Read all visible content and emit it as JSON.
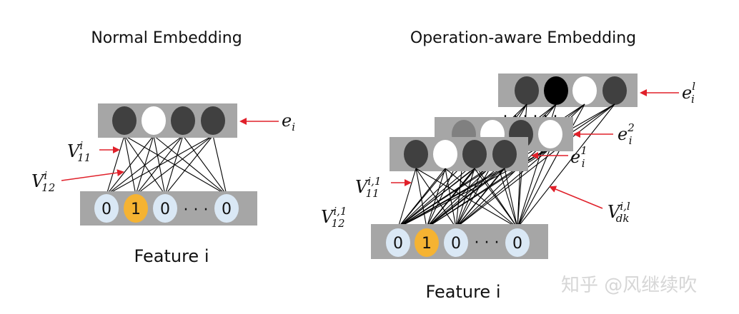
{
  "colors": {
    "box": "#a6a6a6",
    "node_dark": "#404040",
    "node_black": "#000000",
    "node_white": "#ffffff",
    "node_gray": "#808080",
    "input_zero": "#dae8f5",
    "input_one": "#f5b332",
    "arrow": "#e0202a",
    "line": "#000000"
  },
  "left": {
    "title": "Normal Embedding",
    "embedding_label": {
      "base": "e",
      "sub": "i",
      "sup": ""
    },
    "embedding_nodes": [
      "dark",
      "white",
      "dark",
      "dark"
    ],
    "weight_labels": [
      {
        "base": "V",
        "sub": "11",
        "sup": "i"
      },
      {
        "base": "V",
        "sub": "12",
        "sup": "i"
      }
    ],
    "input_values": [
      "0",
      "1",
      "0",
      "0"
    ],
    "input_ellipsis": "· · ·",
    "feature_label": "Feature i"
  },
  "right": {
    "title": "Operation-aware Embedding",
    "layers": [
      {
        "label": {
          "base": "e",
          "sub": "i",
          "sup": "l"
        },
        "nodes": [
          "dark",
          "black",
          "white",
          "dark"
        ]
      },
      {
        "label": {
          "base": "e",
          "sub": "i",
          "sup": "2"
        },
        "nodes": [
          "gray",
          "white",
          "dark",
          "white"
        ]
      },
      {
        "label": {
          "base": "e",
          "sub": "i",
          "sup": "1"
        },
        "nodes": [
          "dark",
          "white",
          "dark",
          "dark"
        ]
      }
    ],
    "layer_ellipsis": ". . . . . .",
    "weight_labels": [
      {
        "base": "V",
        "sub": "11",
        "sup": "i,1"
      },
      {
        "base": "V",
        "sub": "12",
        "sup": "i,1"
      },
      {
        "base": "V",
        "sub": "dk",
        "sup": "i,l"
      }
    ],
    "input_values": [
      "0",
      "1",
      "0",
      "0"
    ],
    "input_ellipsis": "· · ·",
    "feature_label": "Feature i"
  },
  "watermark": "知乎 @风继续吹"
}
